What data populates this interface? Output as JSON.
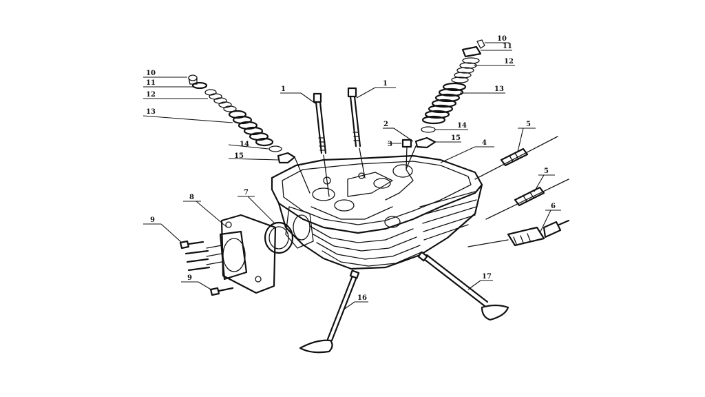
{
  "callouts": [
    {
      "id": "c1a",
      "text": "1"
    },
    {
      "id": "c1b",
      "text": "1"
    },
    {
      "id": "c2",
      "text": "2"
    },
    {
      "id": "c3",
      "text": "3"
    },
    {
      "id": "c4",
      "text": "4"
    },
    {
      "id": "c5a",
      "text": "5"
    },
    {
      "id": "c5b",
      "text": "5"
    },
    {
      "id": "c6",
      "text": "6"
    },
    {
      "id": "c7",
      "text": "7"
    },
    {
      "id": "c8",
      "text": "8"
    },
    {
      "id": "c9a",
      "text": "9"
    },
    {
      "id": "c9b",
      "text": "9"
    },
    {
      "id": "c10L",
      "text": "10"
    },
    {
      "id": "c11L",
      "text": "11"
    },
    {
      "id": "c12L",
      "text": "12"
    },
    {
      "id": "c13L",
      "text": "13"
    },
    {
      "id": "c14L",
      "text": "14"
    },
    {
      "id": "c15L",
      "text": "15"
    },
    {
      "id": "c10R",
      "text": "10"
    },
    {
      "id": "c11R",
      "text": "11"
    },
    {
      "id": "c12R",
      "text": "12"
    },
    {
      "id": "c13R",
      "text": "13"
    },
    {
      "id": "c14R",
      "text": "14"
    },
    {
      "id": "c15R",
      "text": "15"
    },
    {
      "id": "c16",
      "text": "16"
    },
    {
      "id": "c17",
      "text": "17"
    }
  ]
}
